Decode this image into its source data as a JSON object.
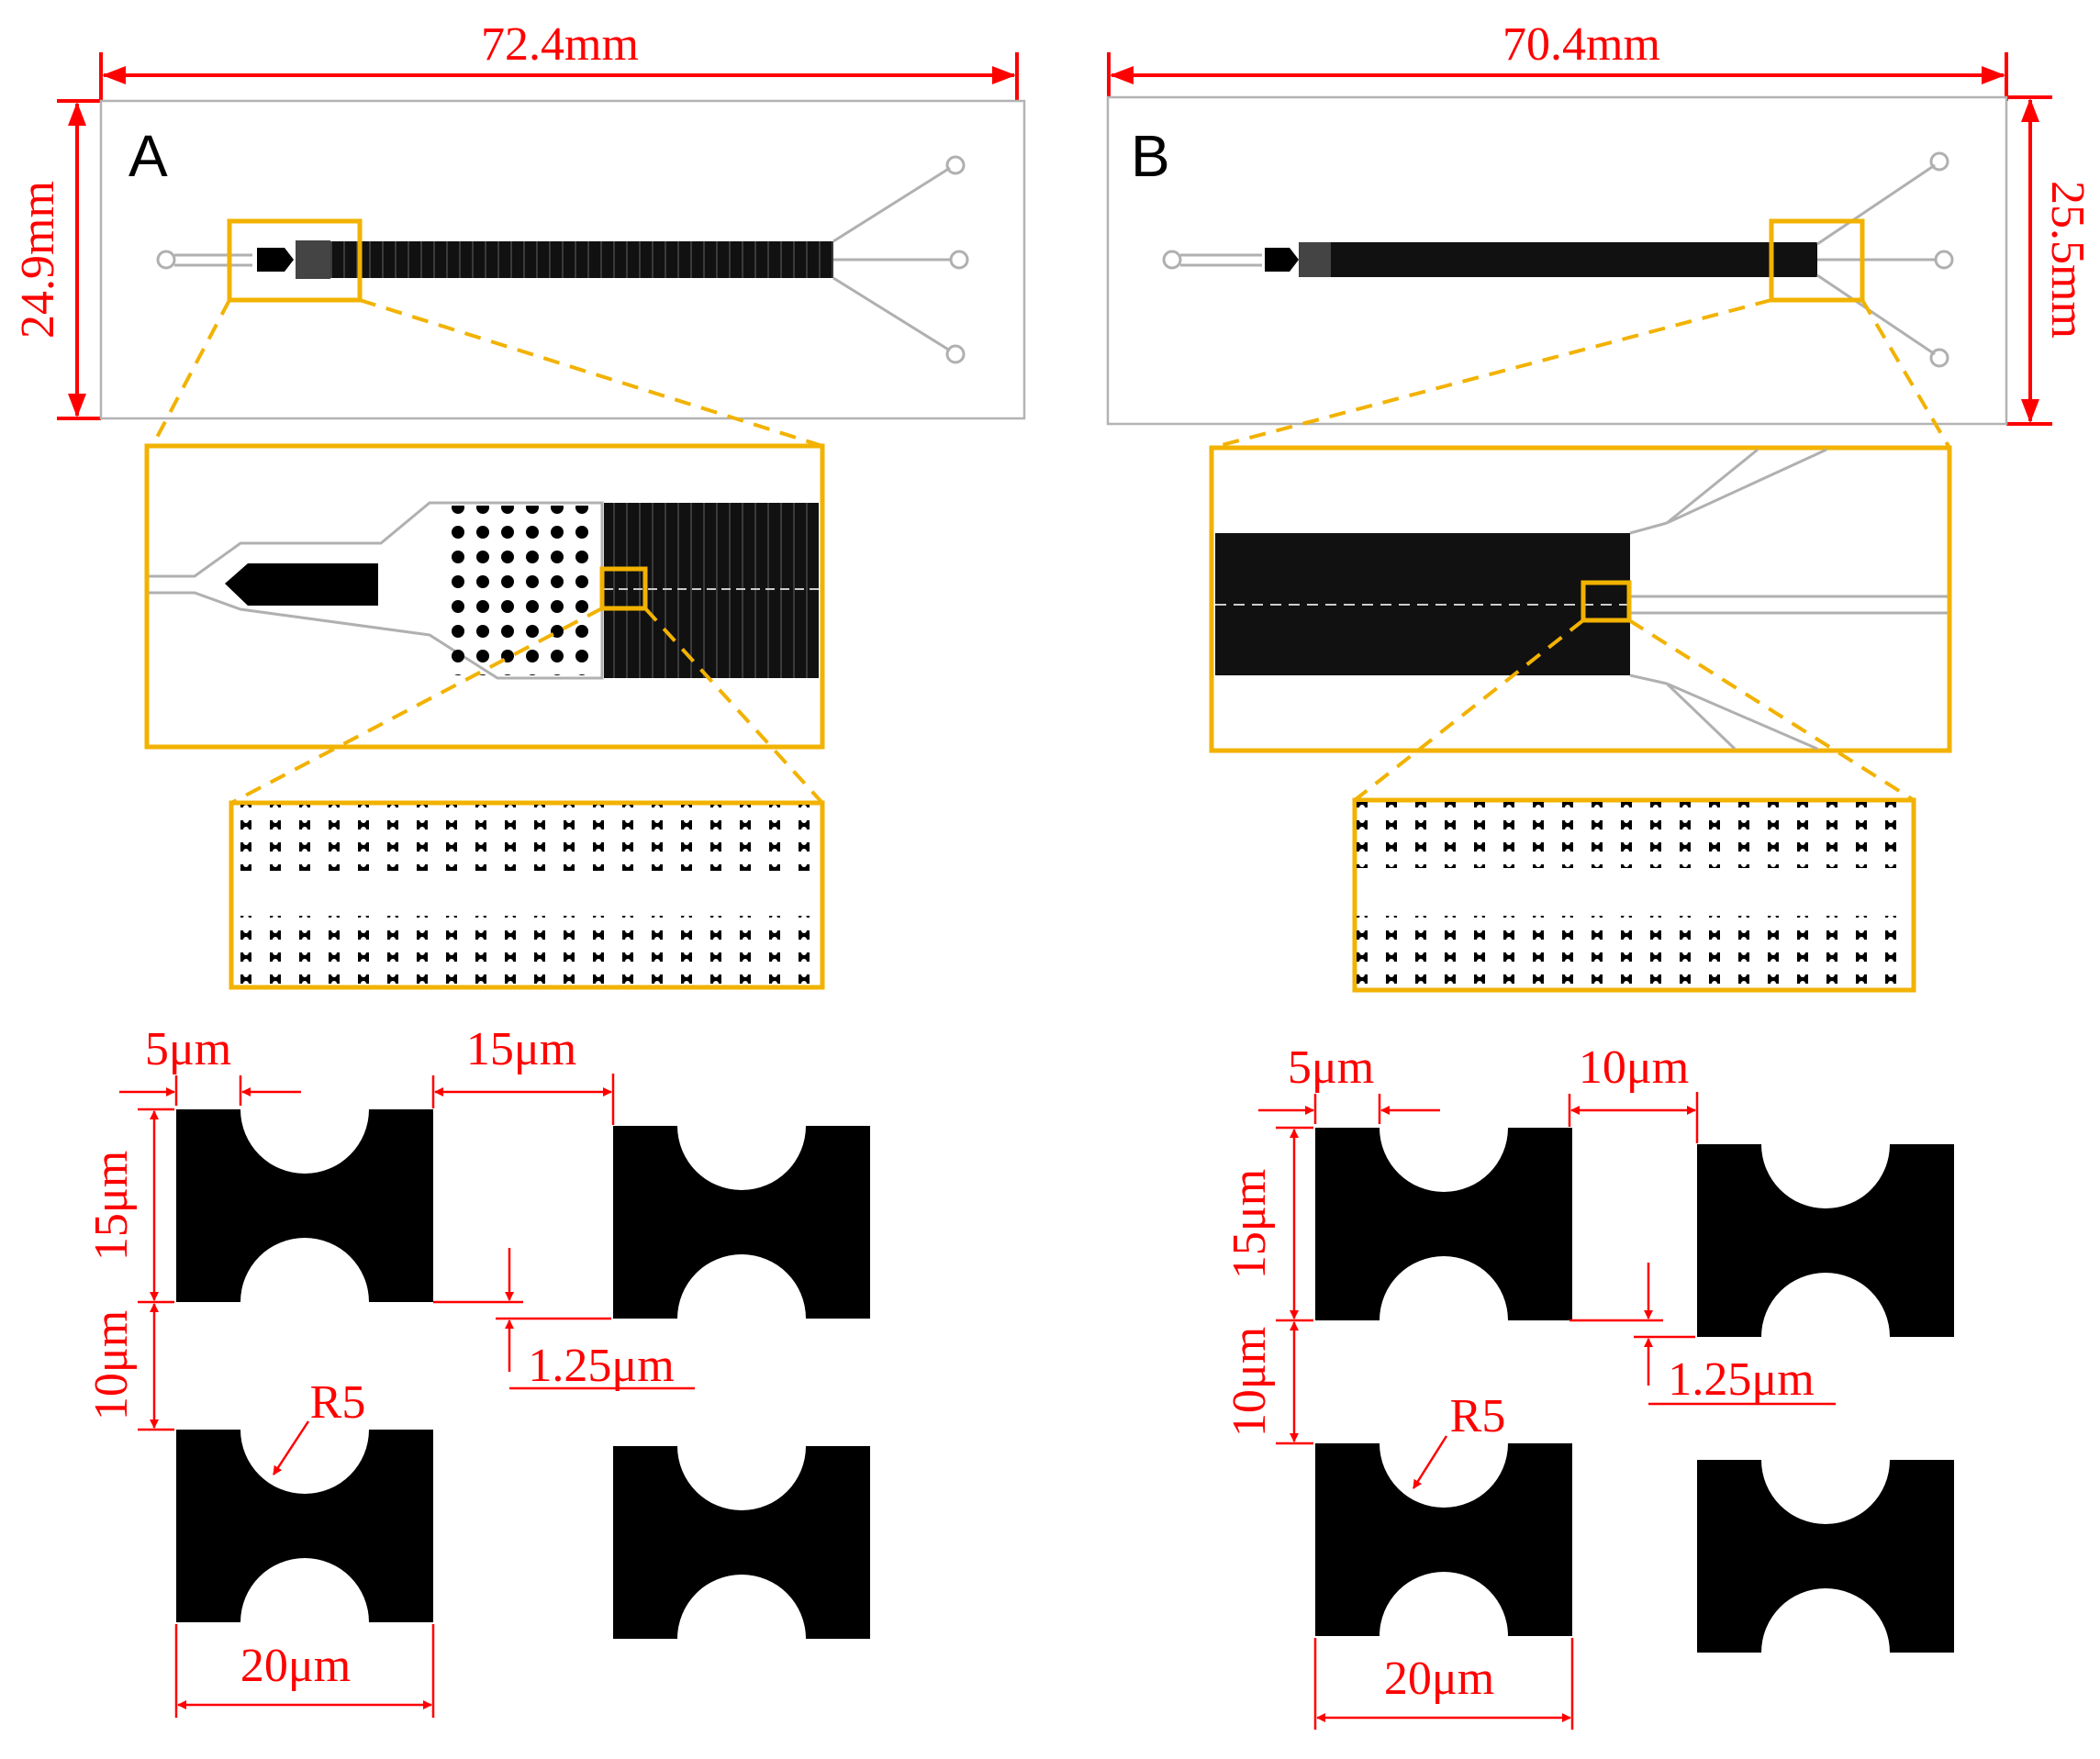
{
  "panels": [
    {
      "id": "A",
      "label": "A",
      "chip_width": "72.4mm",
      "chip_height": "24.9mm",
      "gap_horizontal": "15μm",
      "post_notch_offset": "5μm",
      "post_height": "15μm",
      "row_gap": "10μm",
      "row_shift": "1.25μm",
      "notch_radius": "R5",
      "post_width": "20μm"
    },
    {
      "id": "B",
      "label": "B",
      "chip_width": "70.4mm",
      "chip_height": "25.5mm",
      "gap_horizontal": "10μm",
      "post_notch_offset": "5μm",
      "post_height": "15μm",
      "row_gap": "10μm",
      "row_shift": "1.25μm",
      "notch_radius": "R5",
      "post_width": "20μm"
    }
  ],
  "colors": {
    "dimension": "#ff0000",
    "zoom_frame": "#f2b200",
    "channel_outline": "#b0b0b0",
    "posts": "#000000"
  }
}
